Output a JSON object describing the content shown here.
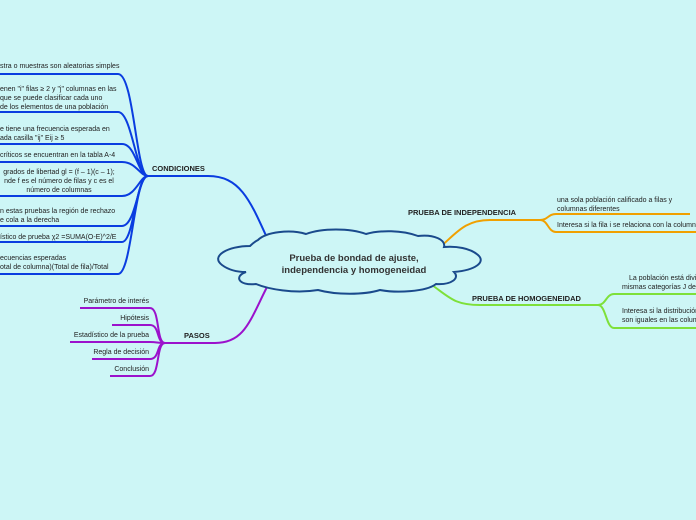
{
  "center": {
    "line1": "Prueba de bondad de ajuste,",
    "line2": "independencia y homogeneidad"
  },
  "condiciones": {
    "title": "CONDICIONES",
    "color": "#0a3de0",
    "items": [
      {
        "lines": [
          "stra o muestras son aleatorias simples"
        ]
      },
      {
        "lines": [
          "enen \"i\" filas ≥ 2 y \"j\" columnas en las",
          "que se puede clasificar cada uno",
          "de los elementos de una población"
        ]
      },
      {
        "lines": [
          "e tiene una frecuencia esperada en",
          "ada casilla \"ij\" Eij ≥ 5"
        ]
      },
      {
        "lines": [
          " críticos se encuentran en la tabla A-4"
        ]
      },
      {
        "lines": [
          " grados de libertad gl = (f – 1)(c – 1);",
          "nde f es el número de filas y c es el",
          "número de columnas"
        ]
      },
      {
        "lines": [
          "n estas pruebas la región de rechazo",
          "e cola a la derecha"
        ]
      },
      {
        "lines": [
          "ístico de prueba χ2 =SUMA(O-E)^2/E"
        ]
      },
      {
        "lines": [
          "ecuencias esperadas",
          "otal de columna)(Total de fila)/Total"
        ]
      }
    ]
  },
  "pasos": {
    "title": "PASOS",
    "color": "#9b12cc",
    "items": [
      "Parámetro de interés",
      "Hipótesis",
      "Estadístico de la prueba",
      "Regla de decisión",
      "Conclusión"
    ]
  },
  "independencia": {
    "title": "PRUEBA DE INDEPENDENCIA",
    "color": "#f0a000",
    "items": [
      {
        "lines": [
          "una sola población calificado a filas y",
          "columnas diferentes"
        ]
      },
      {
        "lines": [
          "Interesa si la fila i se relaciona con la columna"
        ]
      }
    ]
  },
  "homogeneidad": {
    "title": "PRUEBA DE HOMOGENEIDAD",
    "color": "#7ee03a",
    "items": [
      {
        "lines": [
          "La población está divi",
          "mismas categorías J de"
        ]
      },
      {
        "lines": [
          "Interesa si la distribución",
          "son iguales en las colum"
        ]
      }
    ]
  }
}
